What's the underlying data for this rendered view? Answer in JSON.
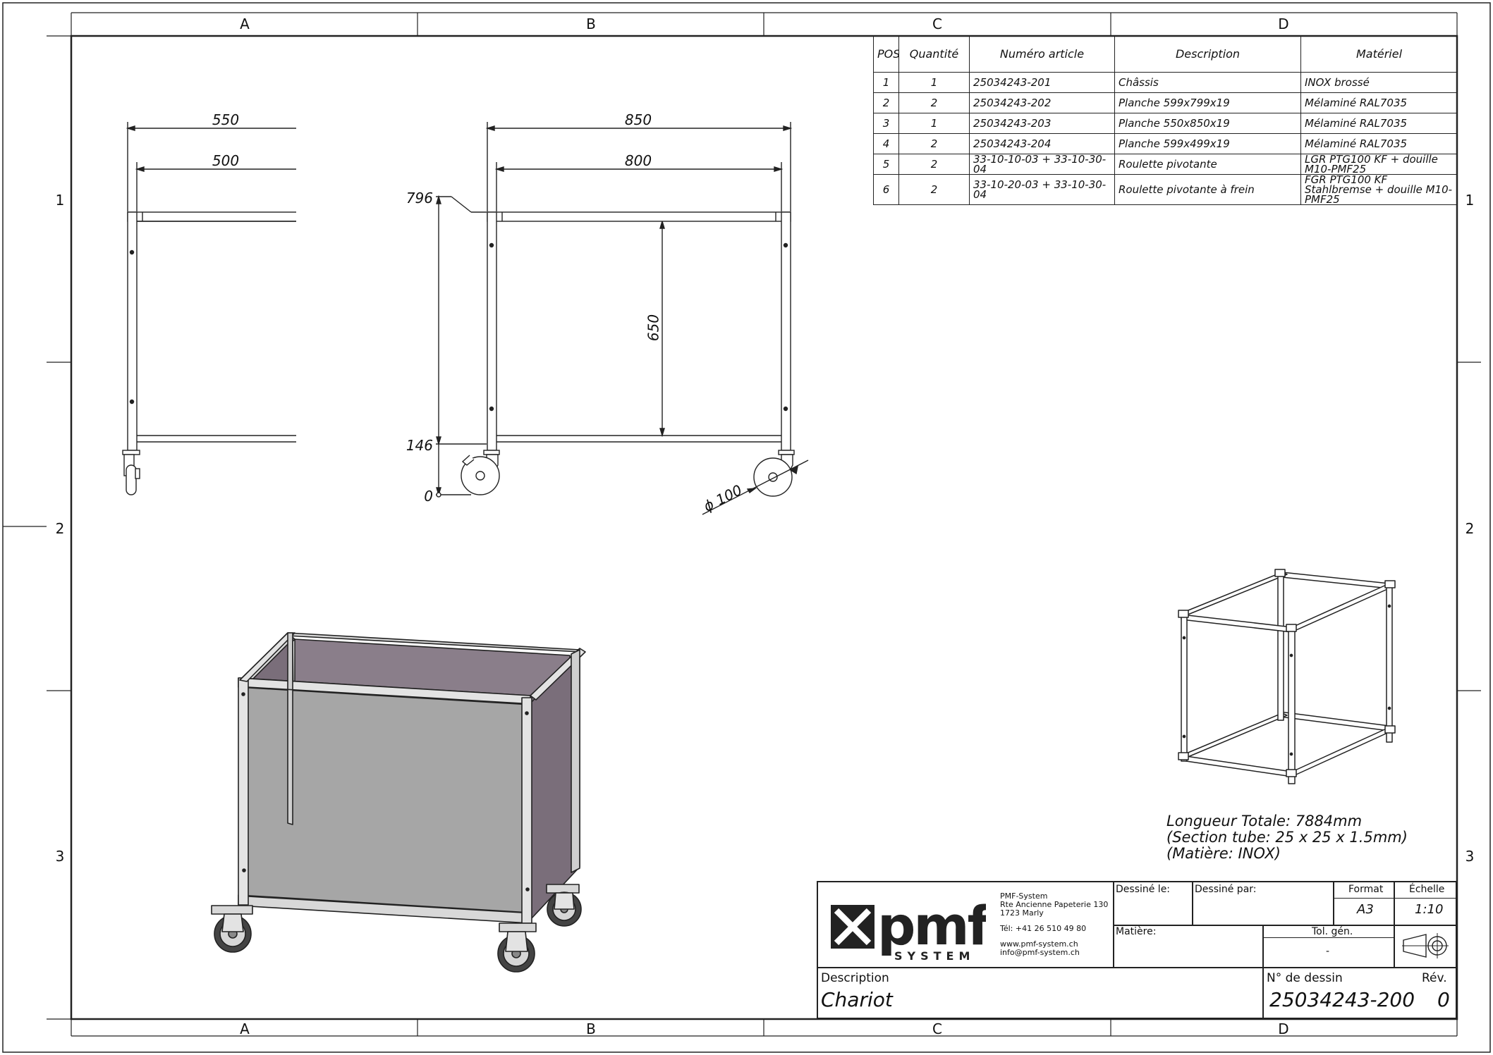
{
  "frame": {
    "zone_columns": [
      "A",
      "B",
      "C",
      "D"
    ],
    "zone_rows": [
      "1",
      "2",
      "3"
    ]
  },
  "dimensions": {
    "front_outer_width": "550",
    "front_inner_width": "500",
    "side_outer_length": "850",
    "side_inner_length": "800",
    "top_height": "796",
    "shelf_height": "146",
    "ground": "0",
    "inner_height": "650",
    "wheel_diameter": "ϕ 100"
  },
  "parts_table": {
    "headers": [
      "POS",
      "Quantité",
      "Numéro article",
      "Description",
      "Matériel"
    ],
    "rows": [
      [
        "1",
        "1",
        "25034243-201",
        "Châssis",
        "INOX brossé"
      ],
      [
        "2",
        "2",
        "25034243-202",
        "Planche 599x799x19",
        "Mélaminé RAL7035"
      ],
      [
        "3",
        "1",
        "25034243-203",
        "Planche 550x850x19",
        "Mélaminé RAL7035"
      ],
      [
        "4",
        "2",
        "25034243-204",
        "Planche 599x499x19",
        "Mélaminé RAL7035"
      ],
      [
        "5",
        "2",
        "33-10-10-03 + 33-10-30-04",
        "Roulette pivotante",
        "LGR PTG100 KF + douille M10-PMF25"
      ],
      [
        "6",
        "2",
        "33-10-20-03 + 33-10-30-04",
        "Roulette pivotante à frein",
        "FGR PTG100 KF Stahlbremse + douille M10-PMF25"
      ]
    ]
  },
  "notes": {
    "line1": "Longueur Totale: 7884mm",
    "line2": "(Section tube: 25 x 25 x 1.5mm)",
    "line3": "(Matière: INOX)"
  },
  "title_block": {
    "company": {
      "logo_text": "pmf",
      "logo_sub": "SYSTEM",
      "name": "PMF-System",
      "address1": "Rte Ancienne Papeterie 130",
      "address2": "1723 Marly",
      "phone": "Tél:  +41 26 510 49 80",
      "web": "www.pmf-system.ch",
      "email": "info@pmf-system.ch"
    },
    "drawn_on_label": "Dessiné le:",
    "drawn_by_label": "Dessiné par:",
    "format_label": "Format",
    "format_value": "A3",
    "scale_label": "Échelle",
    "scale_value": "1:10",
    "material_label": "Matière:",
    "tolerance_label": "Tol. gén.",
    "tolerance_value": "-",
    "description_label": "Description",
    "description_value": "Chariot",
    "drawing_number_label": "N° de dessin",
    "drawing_number_value": "25034243-200",
    "revision_label": "Rév.",
    "revision_value": "0"
  },
  "colors": {
    "line": "#222222",
    "panel_front": "#a6a6a6",
    "panel_side": "#7a6e7a",
    "panel_back": "#8a7e8a",
    "frame_metal": "#d8d8d8"
  }
}
